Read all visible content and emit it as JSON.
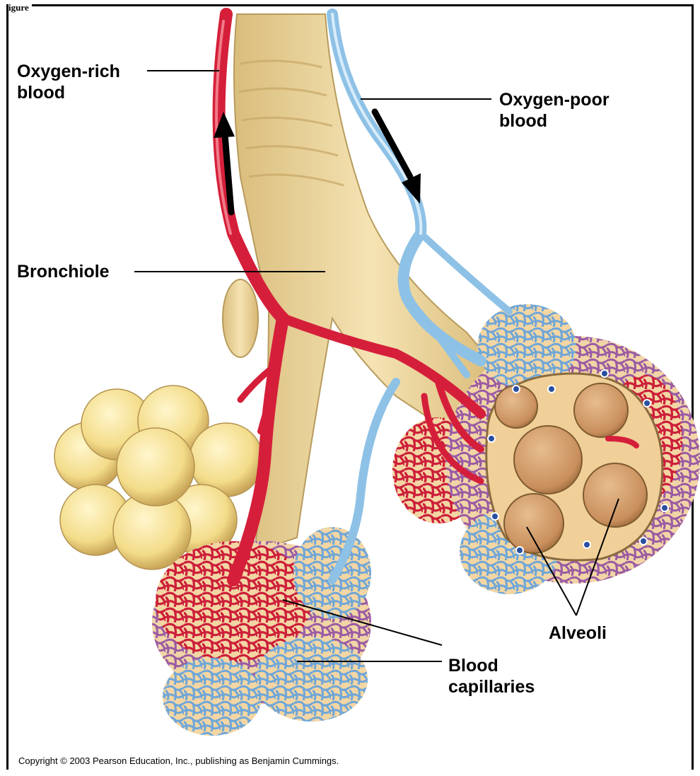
{
  "figure_tag": "igure",
  "labels": {
    "oxygen_rich": [
      "Oxygen-rich",
      "blood"
    ],
    "oxygen_poor": [
      "Oxygen-poor",
      "blood"
    ],
    "bronchiole": "Bronchiole",
    "alveoli": "Alveoli",
    "blood_capillaries": [
      "Blood",
      "capillaries"
    ]
  },
  "copyright": "Copyright © 2003 Pearson Education, Inc., publishing as Benjamin Cummings.",
  "colors": {
    "artery": "#d51f3a",
    "vein": "#8ec1e6",
    "tissue": "#f1d9a0",
    "alveolus": "#d9a878",
    "capillary_mix": "#9a5ba4"
  }
}
